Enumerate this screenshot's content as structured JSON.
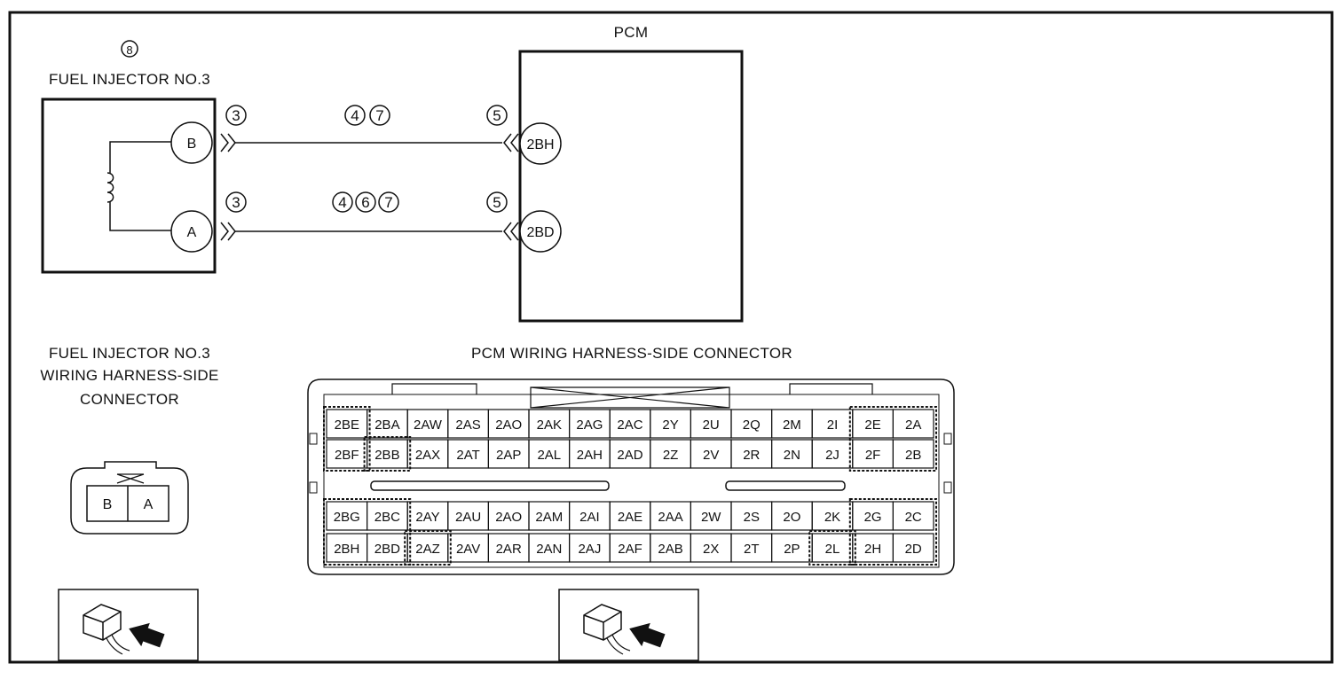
{
  "injector": {
    "ref": "8",
    "title": "FUEL INJECTOR NO.3",
    "pins": [
      "B",
      "A"
    ]
  },
  "pcm": {
    "title": "PCM",
    "pins": [
      "2BH",
      "2BD"
    ]
  },
  "wires": [
    {
      "from": "B",
      "to": "2BH",
      "start_ref": "3",
      "mid_refs": [
        "4",
        "7"
      ],
      "end_ref": "5"
    },
    {
      "from": "A",
      "to": "2BD",
      "start_ref": "3",
      "mid_refs": [
        "4",
        "6",
        "7"
      ],
      "end_ref": "5"
    }
  ],
  "injector_connector": {
    "title_lines": [
      "FUEL INJECTOR NO.3",
      "WIRING HARNESS-SIDE",
      "CONNECTOR"
    ],
    "pins": [
      "B",
      "A"
    ]
  },
  "pcm_connector": {
    "title": "PCM WIRING HARNESS-SIDE CONNECTOR",
    "upper_rows": [
      [
        "2BE",
        "2BA",
        "2AW",
        "2AS",
        "2AO",
        "2AK",
        "2AG",
        "2AC",
        "2Y",
        "2U",
        "2Q",
        "2M",
        "2I",
        "2E",
        "2A"
      ],
      [
        "2BF",
        "2BB",
        "2AX",
        "2AT",
        "2AP",
        "2AL",
        "2AH",
        "2AD",
        "2Z",
        "2V",
        "2R",
        "2N",
        "2J",
        "2F",
        "2B"
      ]
    ],
    "lower_rows": [
      [
        "2BG",
        "2BC",
        "2AY",
        "2AU",
        "2AO",
        "2AM",
        "2AI",
        "2AE",
        "2AA",
        "2W",
        "2S",
        "2O",
        "2K",
        "2G",
        "2C"
      ],
      [
        "2BH",
        "2BD",
        "2AZ",
        "2AV",
        "2AR",
        "2AN",
        "2AJ",
        "2AF",
        "2AB",
        "2X",
        "2T",
        "2P",
        "2L",
        "2H",
        "2D"
      ]
    ]
  },
  "view_icons": [
    "connector-view-arrow-icon",
    "connector-view-arrow-icon"
  ],
  "colors": {
    "line": "#111111",
    "background": "#ffffff"
  }
}
